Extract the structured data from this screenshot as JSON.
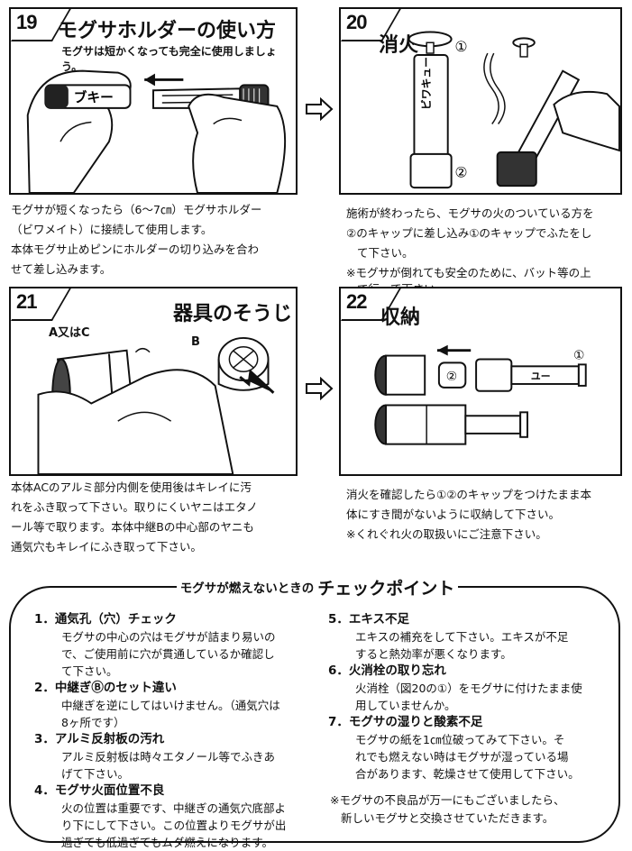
{
  "steps": [
    {
      "number": "19",
      "title": "モグサホルダーの使い方",
      "subtitle": "モグサは短かくなっても完全に使用しましょう。",
      "illustration_text": "ブキー",
      "caption": [
        "モグサが短くなったら（6～7㎝）モグサホルダー",
        "（ビワメイト）に接続して使用します。",
        "本体モグサ止めピンにホルダーの切り込みを合わ",
        "せて差し込みます。"
      ]
    },
    {
      "number": "20",
      "title": "消火",
      "markers": [
        "①",
        "②"
      ],
      "illustration_text": "ビワキュー",
      "caption": [
        "施術が終わったら、モグサの火のついている方を",
        "②のキャップに差し込み①のキャップでふたをし",
        "て下さい。",
        "※モグサが倒れても安全のために、バット等の上",
        "で行って下さい。"
      ]
    },
    {
      "number": "21",
      "title": "器具のそうじ",
      "label_ac": "A又はC",
      "label_b": "B",
      "caption": [
        "本体ACのアルミ部分内側を使用後はキレイに汚",
        "れをふき取って下さい。取りにくいヤニはエタノ",
        "ール等で取ります。本体中継Bの中心部のヤニも",
        "通気穴もキレイにふき取って下さい。"
      ]
    },
    {
      "number": "22",
      "title": "収納",
      "markers": [
        "②",
        "①"
      ],
      "illustration_text": "ユー",
      "caption": [
        "消火を確認したら①②のキャップをつけたまま本",
        "体にすき間がないように収納して下さい。",
        "※くれぐれ火の取扱いにご注意下さい。"
      ]
    }
  ],
  "checkpoints": {
    "header_small": "モグサが燃えないときの",
    "header_big": "チェックポイント",
    "left_items": [
      {
        "title": "1．通気孔（穴）チェック",
        "lines": [
          "モグサの中心の穴はモグサが詰まり易いの",
          "で、ご使用前に穴が貫通しているか確認し",
          "て下さい。"
        ]
      },
      {
        "title": "2．中継ぎⒷのセット違い",
        "lines": [
          "中継ぎを逆にしてはいけません。（通気穴は",
          "8ヶ所です）"
        ]
      },
      {
        "title": "3．アルミ反射板の汚れ",
        "lines": [
          "アルミ反射板は時々エタノール等でふきあ",
          "げて下さい。"
        ]
      },
      {
        "title": "4．モグサ火面位置不良",
        "lines": [
          "火の位置は重要です、中継ぎの通気穴底部よ",
          "り下にして下さい。この位置よりモグサが出",
          "過ぎても低過ぎてもムダ燃えになります。"
        ]
      }
    ],
    "right_items": [
      {
        "title": "5．エキス不足",
        "lines": [
          "エキスの補充をして下さい。エキスが不足",
          "すると熱効率が悪くなります。"
        ]
      },
      {
        "title": "6．火消栓の取り忘れ",
        "lines": [
          "火消栓（図20の①）をモグサに付けたまま使",
          "用していませんか。"
        ]
      },
      {
        "title": "7．モグサの湿りと酸素不足",
        "lines": [
          "モグサの紙を1㎝位破ってみて下さい。そ",
          "れでも燃えない時はモグサが湿っている場",
          "合があります、乾燥させて使用して下さい。"
        ]
      }
    ],
    "footnote": [
      "※モグサの不良品が万一にもございましたら、",
      "新しいモグサと交換させていただきます。"
    ]
  }
}
